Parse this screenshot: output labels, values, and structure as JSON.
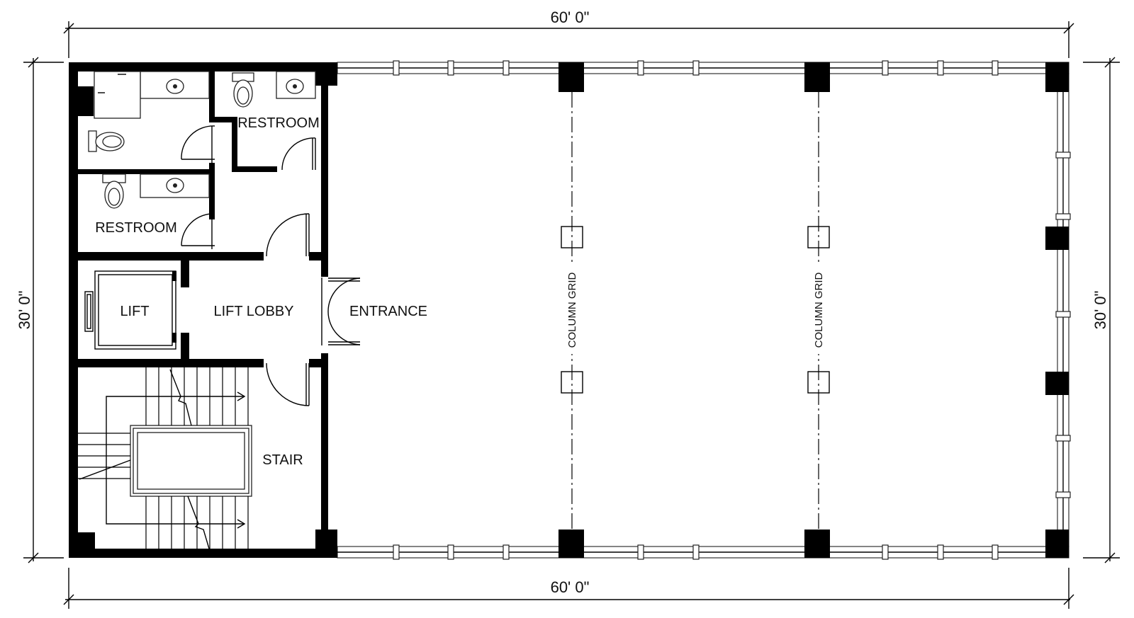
{
  "dimensions": {
    "top": "60' 0\"",
    "bottom": "60' 0\"",
    "left": "30' 0\"",
    "right": "30' 0\""
  },
  "rooms": {
    "restroom_upper": "RESTROOM",
    "restroom_lower": "RESTROOM",
    "lift": "LIFT",
    "lift_lobby": "LIFT LOBBY",
    "entrance": "ENTRANCE",
    "stair": "STAIR"
  },
  "grid_labels": {
    "grid_1": "COLUMN GRID",
    "grid_2": "COLUMN GRID"
  }
}
